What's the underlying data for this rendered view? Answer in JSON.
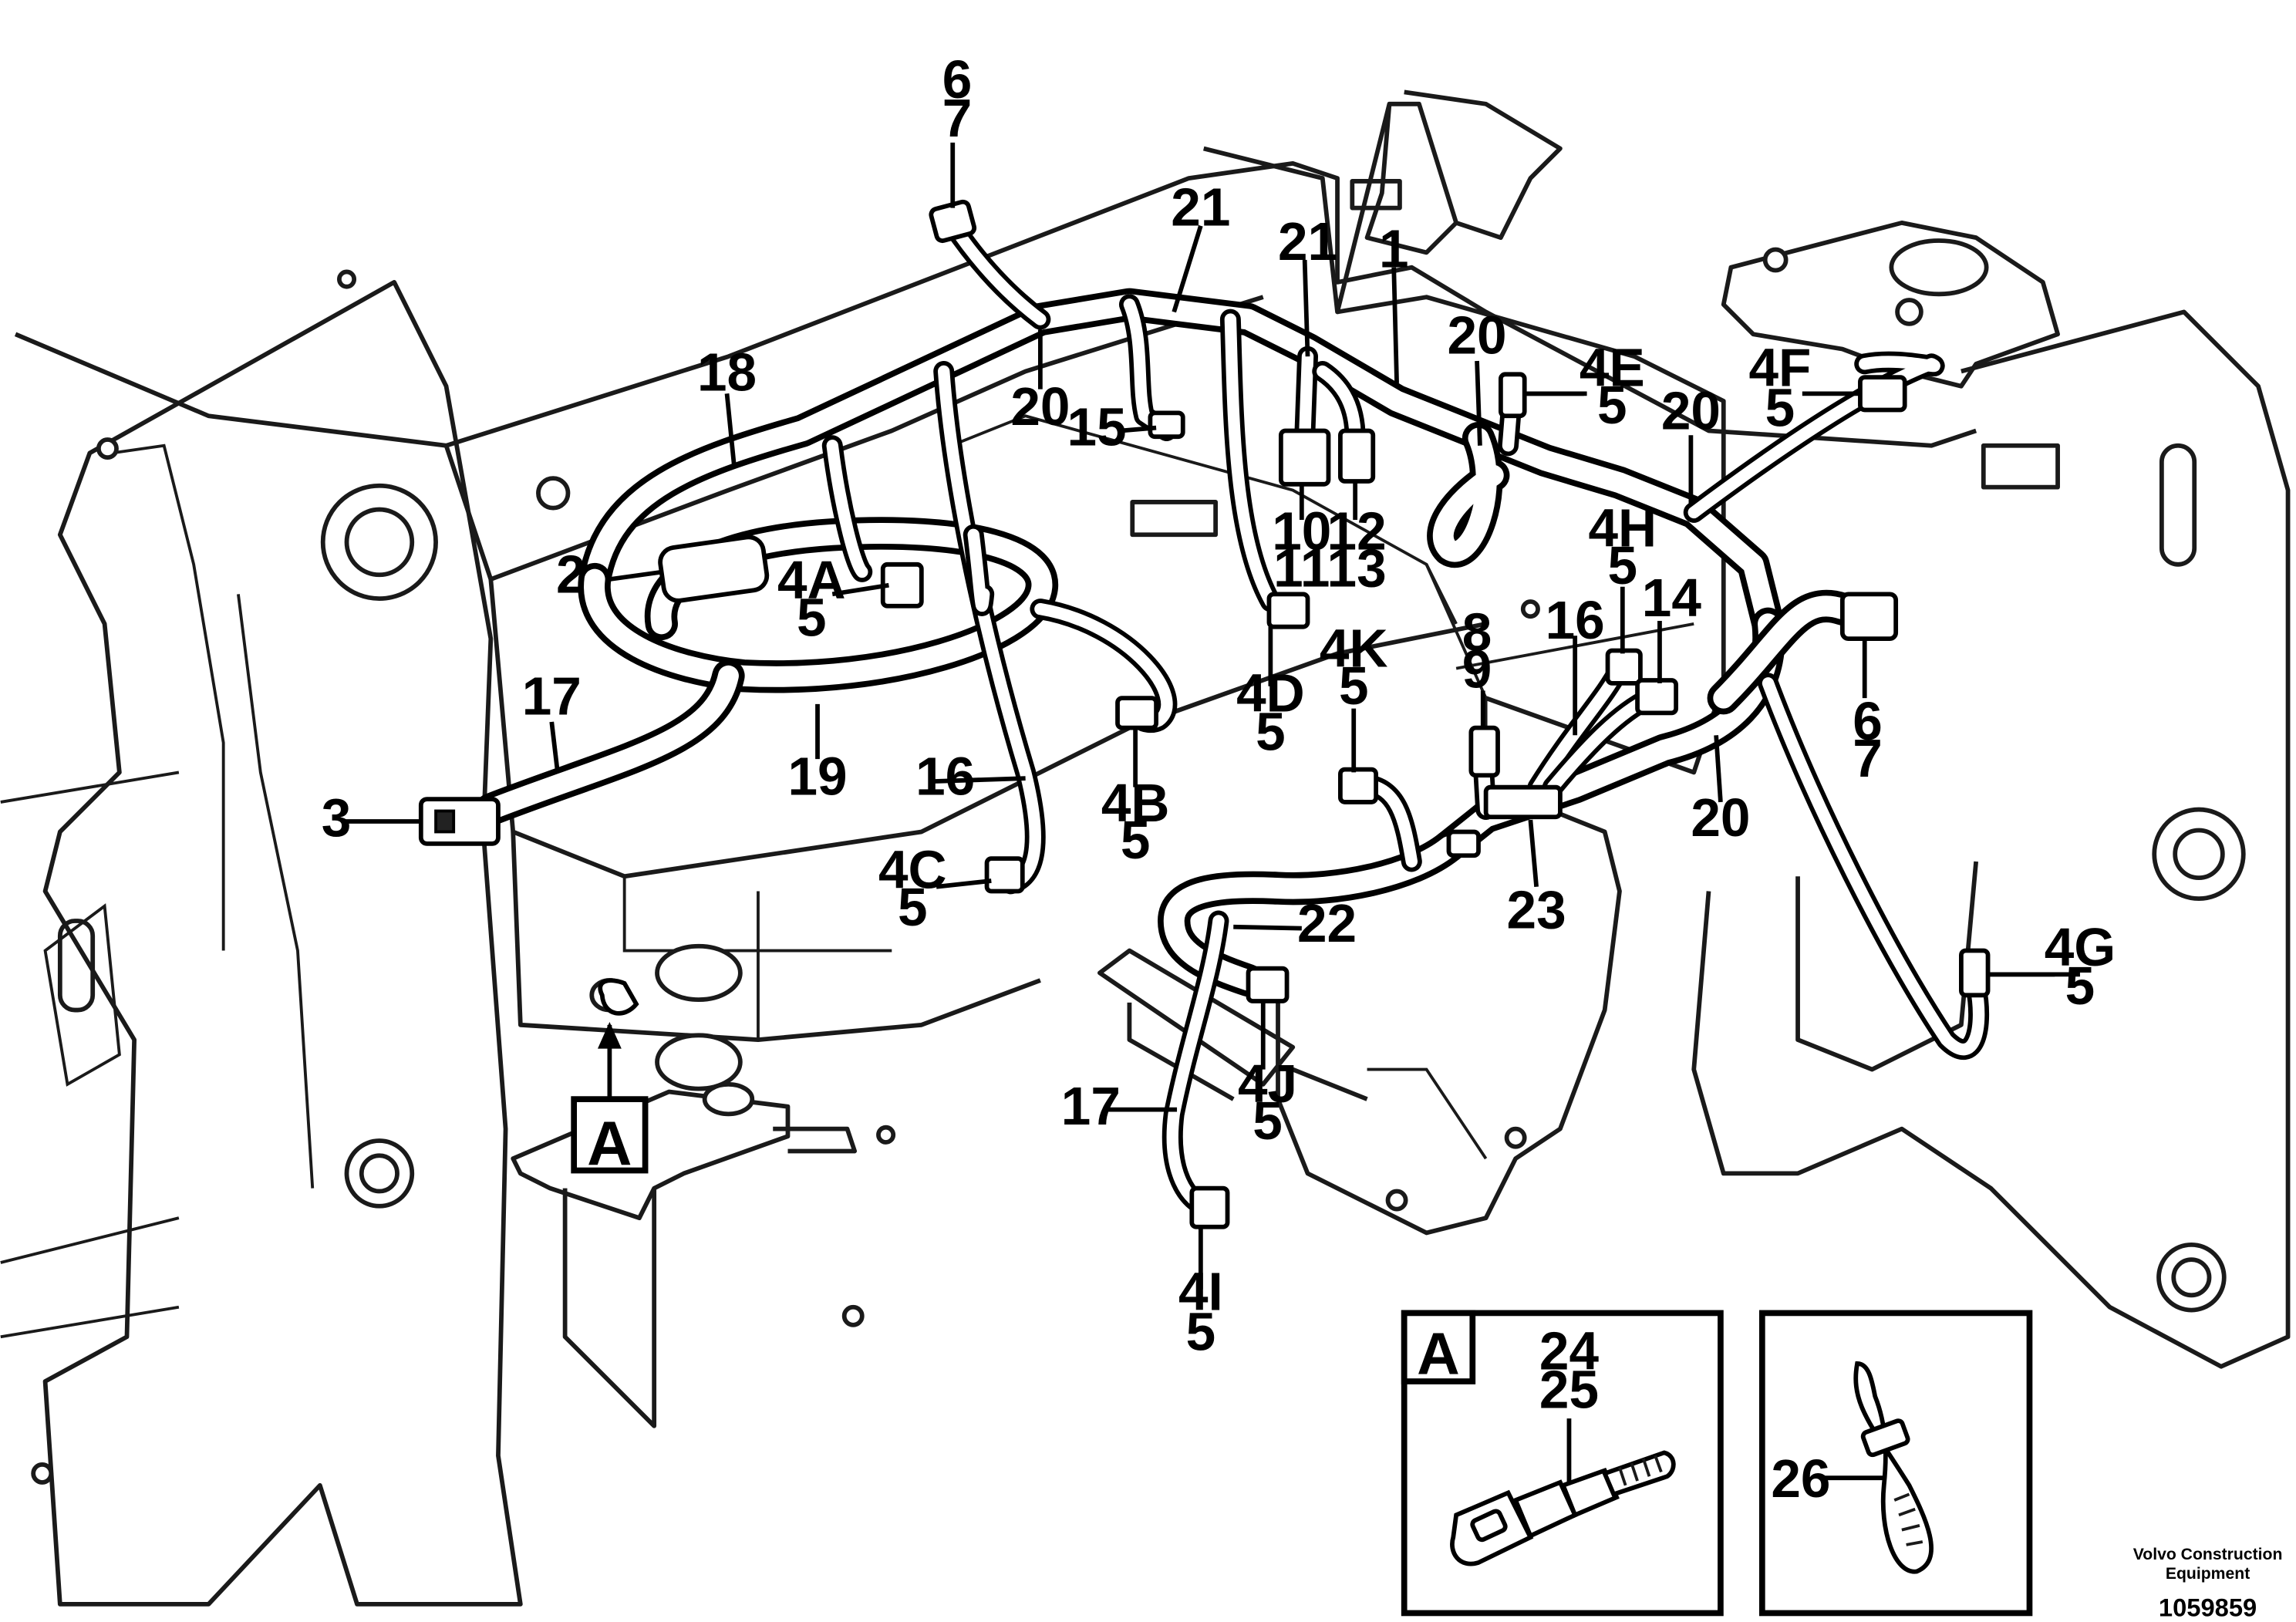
{
  "callouts": {
    "c1": "1",
    "c2": "2",
    "c3": "3",
    "c4a": "4A",
    "c4a_sub": "5",
    "c4b": "4B",
    "c4b_sub": "5",
    "c4c": "4C",
    "c4c_sub": "5",
    "c4d": "4D",
    "c4d_sub": "5",
    "c4e": "4E",
    "c4e_sub": "5",
    "c4f": "4F",
    "c4f_sub": "5",
    "c4g": "4G",
    "c4g_sub": "5",
    "c4h": "4H",
    "c4h_sub": "5",
    "c4i": "4I",
    "c4i_sub": "5",
    "c4j": "4J",
    "c4j_sub": "5",
    "c4k": "4K",
    "c4k_sub": "5",
    "c6_top": "6",
    "c7_top": "7",
    "c6_right": "6",
    "c7_right": "7",
    "c8": "8",
    "c9": "9",
    "c10": "10",
    "c11": "11",
    "c12": "12",
    "c13": "13",
    "c14": "14",
    "c15": "15",
    "c16_mid": "16",
    "c16_right": "16",
    "c17_left": "17",
    "c17_bottom": "17",
    "c18": "18",
    "c19": "19",
    "c20_left": "20",
    "c20_top": "20",
    "c20_right": "20",
    "c20_bottom": "20",
    "c21_left": "21",
    "c21_right": "21",
    "c22": "22",
    "c23": "23",
    "c24": "24",
    "c25": "25",
    "c26": "26"
  },
  "detail_ref": "A",
  "detail_a": {
    "label": "A",
    "part1": "24",
    "part2": "25"
  },
  "detail_b": {
    "part": "26"
  },
  "footer": {
    "publisher_line1": "Volvo Construction",
    "publisher_line2": "Equipment",
    "document_number": "1059859"
  }
}
